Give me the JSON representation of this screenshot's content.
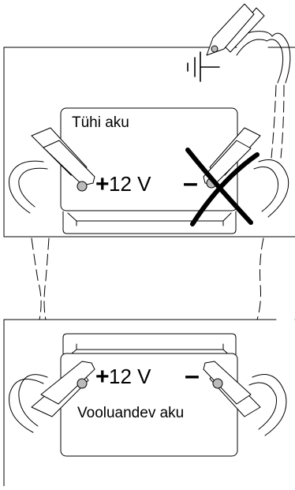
{
  "diagram": {
    "top_battery_label": "Tühi aku",
    "top_voltage": "12 V",
    "bottom_battery_label": "Vooluandev aku",
    "bottom_voltage": "12 V",
    "plus_symbol": "+",
    "minus_symbol": "–",
    "icons": [
      "ground-symbol-icon",
      "jumper-clamp-icon",
      "cross-mark-icon"
    ],
    "colors": {
      "line": "#000000",
      "background": "#ffffff",
      "battery_fill": "#ffffff"
    }
  }
}
